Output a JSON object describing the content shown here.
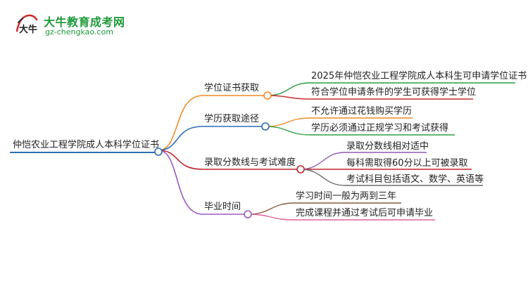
{
  "brand": {
    "title": "大牛教育成考网",
    "url": "gz-chengkao.com",
    "mark_chars": "大牛"
  },
  "mindmap": {
    "root": "仲恺农业工程学院成人本科学位证书",
    "branches": [
      {
        "label": "学位证书获取",
        "color": "#f08a24",
        "children": [
          "2025年仲恺农业工程学院成人本科生可申请学位证书",
          "符合学位申请条件的学生可获得学士学位"
        ],
        "child_colors": [
          "#2e9e3e",
          "#cc2a2a"
        ]
      },
      {
        "label": "学历获取途径",
        "color": "#2f6db5",
        "children": [
          "不允许通过花钱购买学历",
          "学历必须通过正规学习和考试获得"
        ],
        "child_colors": [
          "#f08a24",
          "#2e9e3e"
        ]
      },
      {
        "label": "录取分数线与考试难度",
        "color": "#c0262c",
        "children": [
          "录取分数线相对适中",
          "每科需取得60分以上可被录取",
          "考试科目包括语文、数学、英语等"
        ],
        "child_colors": [
          "#8e5bb8",
          "#c0262c",
          "#6d6d6d"
        ]
      },
      {
        "label": "毕业时间",
        "color": "#9b59c6",
        "children": [
          "学习时间一般为两到三年",
          "完成课程并通过考试后可申请毕业"
        ],
        "child_colors": [
          "#8b5a3c",
          "#e0609a"
        ]
      }
    ]
  }
}
